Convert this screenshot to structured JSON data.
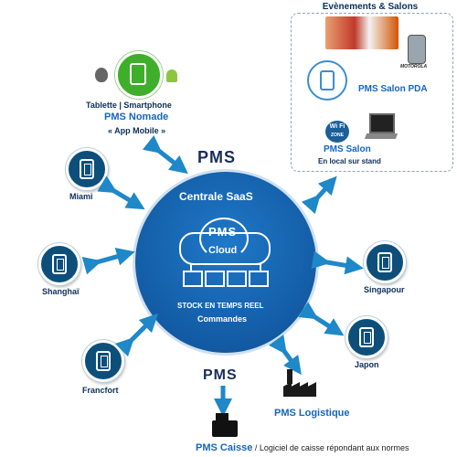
{
  "top_right": {
    "title": "Evènements & Salons",
    "pda_label": "PMS Salon PDA",
    "salon_label": "PMS Salon",
    "salon_sub": "En local sur stand",
    "wifi_text": "Wi Fi",
    "wifi_zone": "ZONE",
    "motorola_text": "MOTOROLA"
  },
  "mobile": {
    "devices": "Tablette | Smartphone",
    "name": "PMS Nomade",
    "sub": "« App Mobile »"
  },
  "center": {
    "logo": "PMS",
    "title": "Centrale SaaS",
    "cloud_logo": "PMS",
    "cloud_label": "Cloud",
    "stock": "STOCK EN TEMPS REEL",
    "commandes": "Commandes"
  },
  "nodes": {
    "miami": "Miami",
    "shanghai": "Shanghaï",
    "francfort": "Francfort",
    "singapour": "Singapour",
    "japon": "Japon"
  },
  "bottom": {
    "pms_logo": "PMS",
    "logistique": "PMS Logistique",
    "caisse": "PMS Caisse",
    "caisse_desc": " / Logiciel de caisse répondant aux normes"
  },
  "colors": {
    "navy": "#0d4f7a",
    "circle": "#1565b8",
    "arrow": "#1e88c8",
    "text": "#0b2e5a"
  }
}
